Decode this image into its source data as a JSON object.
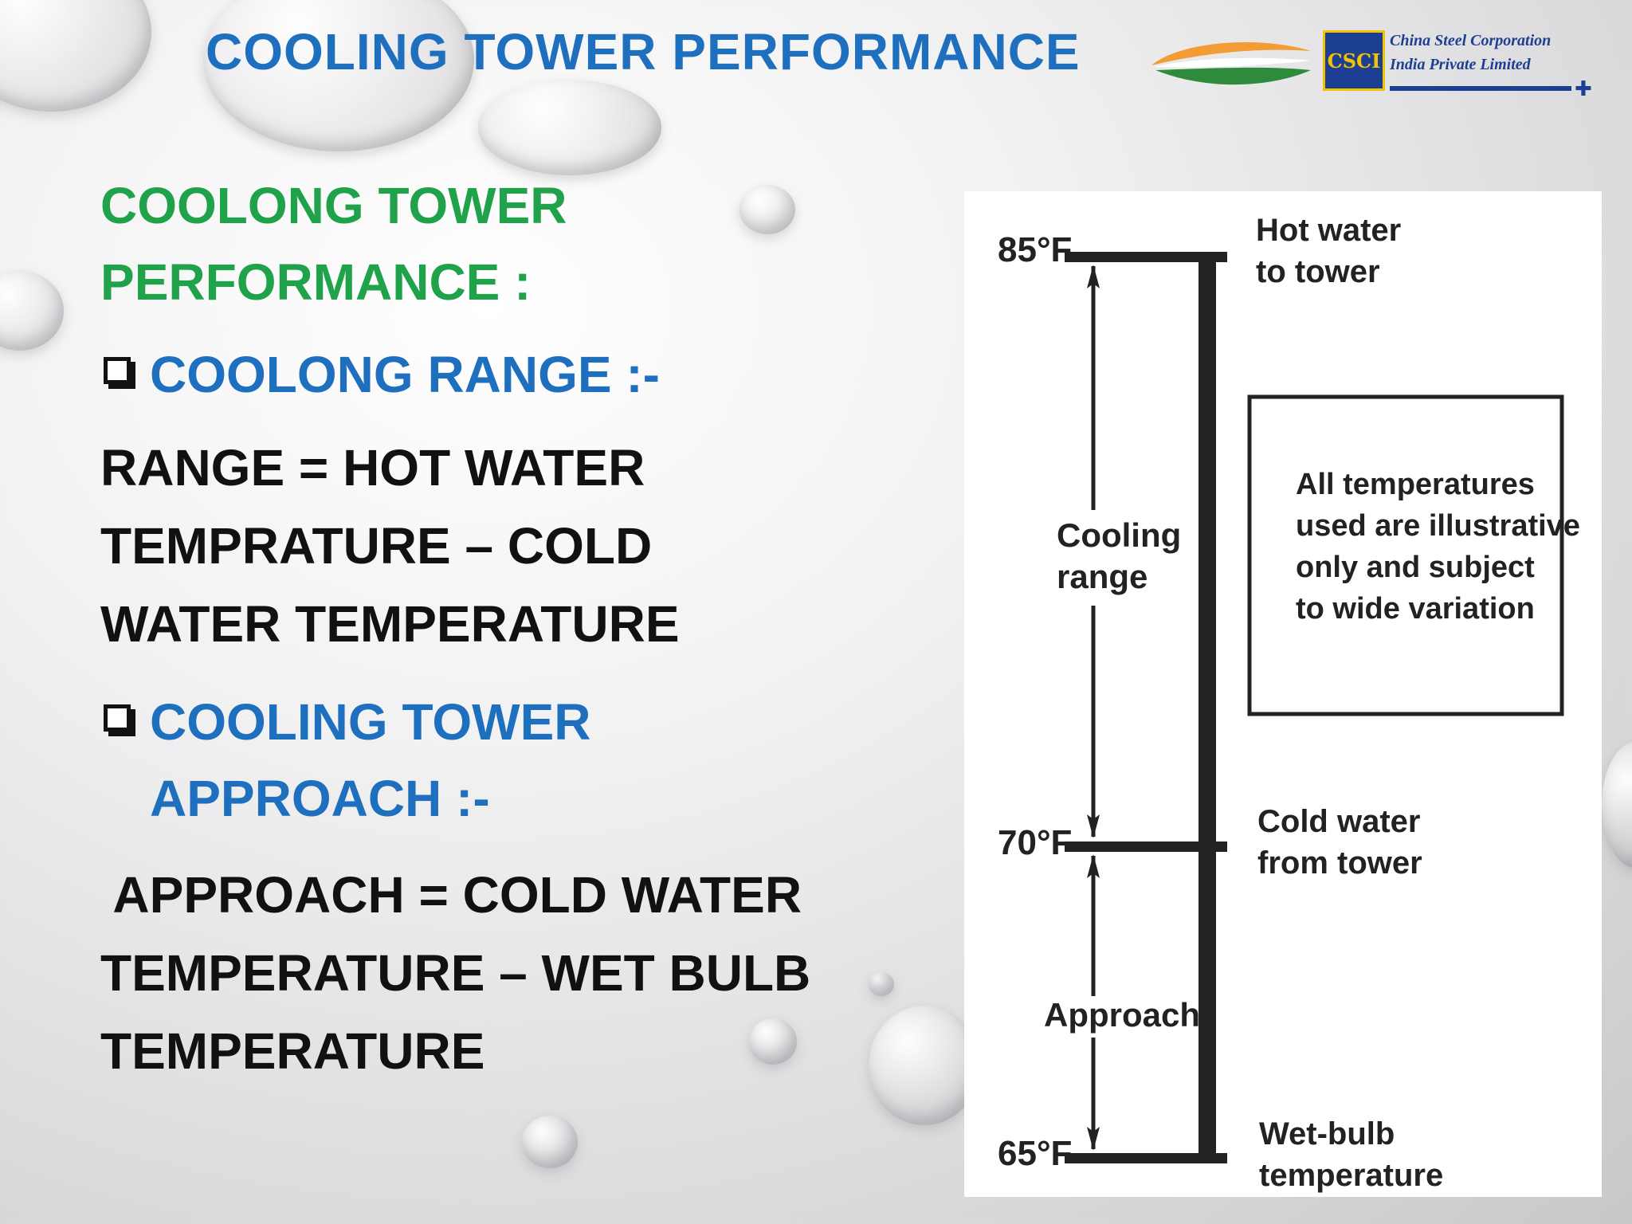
{
  "header": {
    "title": "COOLING TOWER PERFORMANCE",
    "logo": {
      "badge": "CSCI",
      "line1": "China Steel Corporation",
      "line2": "India Private Limited",
      "colors": {
        "navy": "#1c3f94",
        "saffron": "#f39c33",
        "green": "#2e8b3c"
      }
    }
  },
  "content": {
    "heading_line1": "COOLONG TOWER",
    "heading_line2": "PERFORMANCE :",
    "bullet1": "COOLONG RANGE :-",
    "range_line1": "RANGE = HOT WATER",
    "range_line2": "TEMPRATURE – COLD",
    "range_line3": "WATER TEMPERATURE",
    "bullet2_line1": "COOLING TOWER",
    "bullet2_line2": "APPROACH :-",
    "approach_line1": " APPROACH = COLD WATER",
    "approach_line2": "TEMPERATURE – WET BULB",
    "approach_line3": "TEMPERATURE"
  },
  "diagram": {
    "temp_hot": "85°F",
    "temp_cold": "70°F",
    "temp_wet": "65°F",
    "hot_label_1": "Hot water",
    "hot_label_2": "to tower",
    "cold_label_1": "Cold water",
    "cold_label_2": "from tower",
    "wet_label_1": "Wet-bulb",
    "wet_label_2": "temperature",
    "range_label_1": "Cooling",
    "range_label_2": "range",
    "approach_label": "Approach",
    "note_1": "All temperatures",
    "note_2": "used are illustrative",
    "note_3": "only and subject",
    "note_4": "to wide variation"
  },
  "colors": {
    "title_blue": "#1f6fbf",
    "heading_green": "#1fa24a",
    "text_black": "#111111"
  }
}
